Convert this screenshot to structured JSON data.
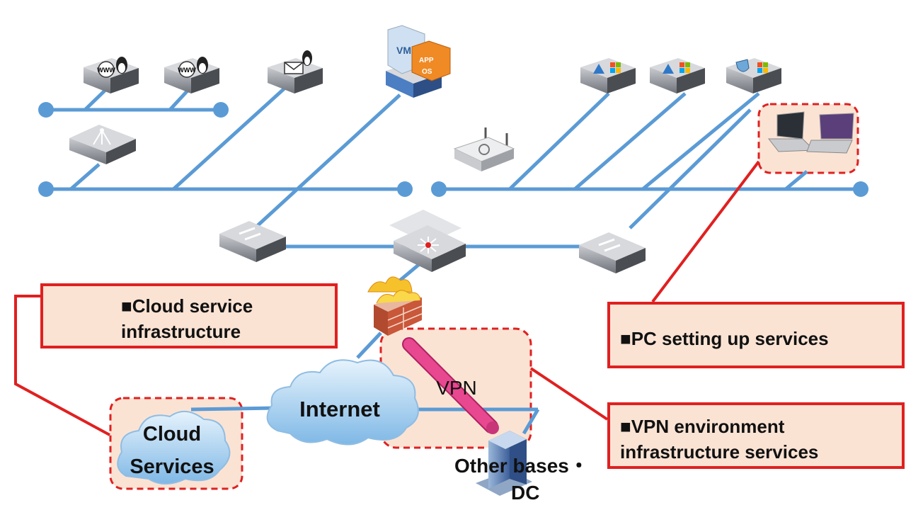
{
  "callouts": {
    "cloud": "■Cloud service infrastructure",
    "pc": "■PC setting up services",
    "vpn": "■VPN environment infrastructure services"
  },
  "labels": {
    "internet": "Internet",
    "cloud_services": "Cloud Services",
    "vpn": "VPN",
    "other_bases": "Other bases・",
    "dc": "DC"
  },
  "device_badges": {
    "vm": "VM",
    "app": "APP",
    "os": "OS",
    "www": "WWW"
  },
  "colors": {
    "network_line": "#5b9bd5",
    "callout_border": "#e02020",
    "callout_fill": "#fbe3d4",
    "vpn_tube": "#e8488f"
  }
}
